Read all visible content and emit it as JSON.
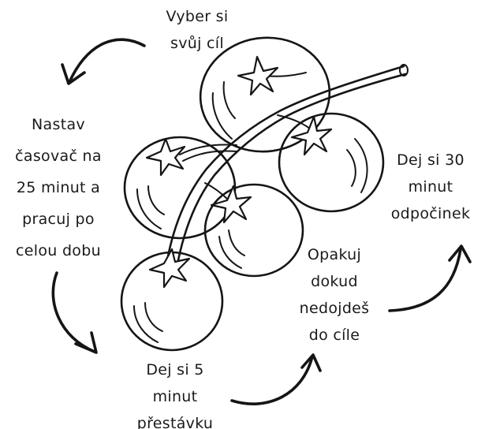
{
  "diagram": {
    "steps": [
      {
        "id": "choose-goal",
        "text": "Vyber si\nsvůj cíl"
      },
      {
        "id": "work-25",
        "text": "Nastav\nčasovač na\n25 minut a\npracuj po\ncelou dobu"
      },
      {
        "id": "break-5",
        "text": "Dej si 5\nminut\npřestávku"
      },
      {
        "id": "repeat",
        "text": "Opakuj\ndokud\nnedojdeš\ndo cíle"
      },
      {
        "id": "rest-30",
        "text": "Dej si 30\nminut\nodpočinek"
      }
    ],
    "illustration": "cherry-tomato-vine",
    "ink_color": "#151515",
    "background": "#ffffff"
  }
}
